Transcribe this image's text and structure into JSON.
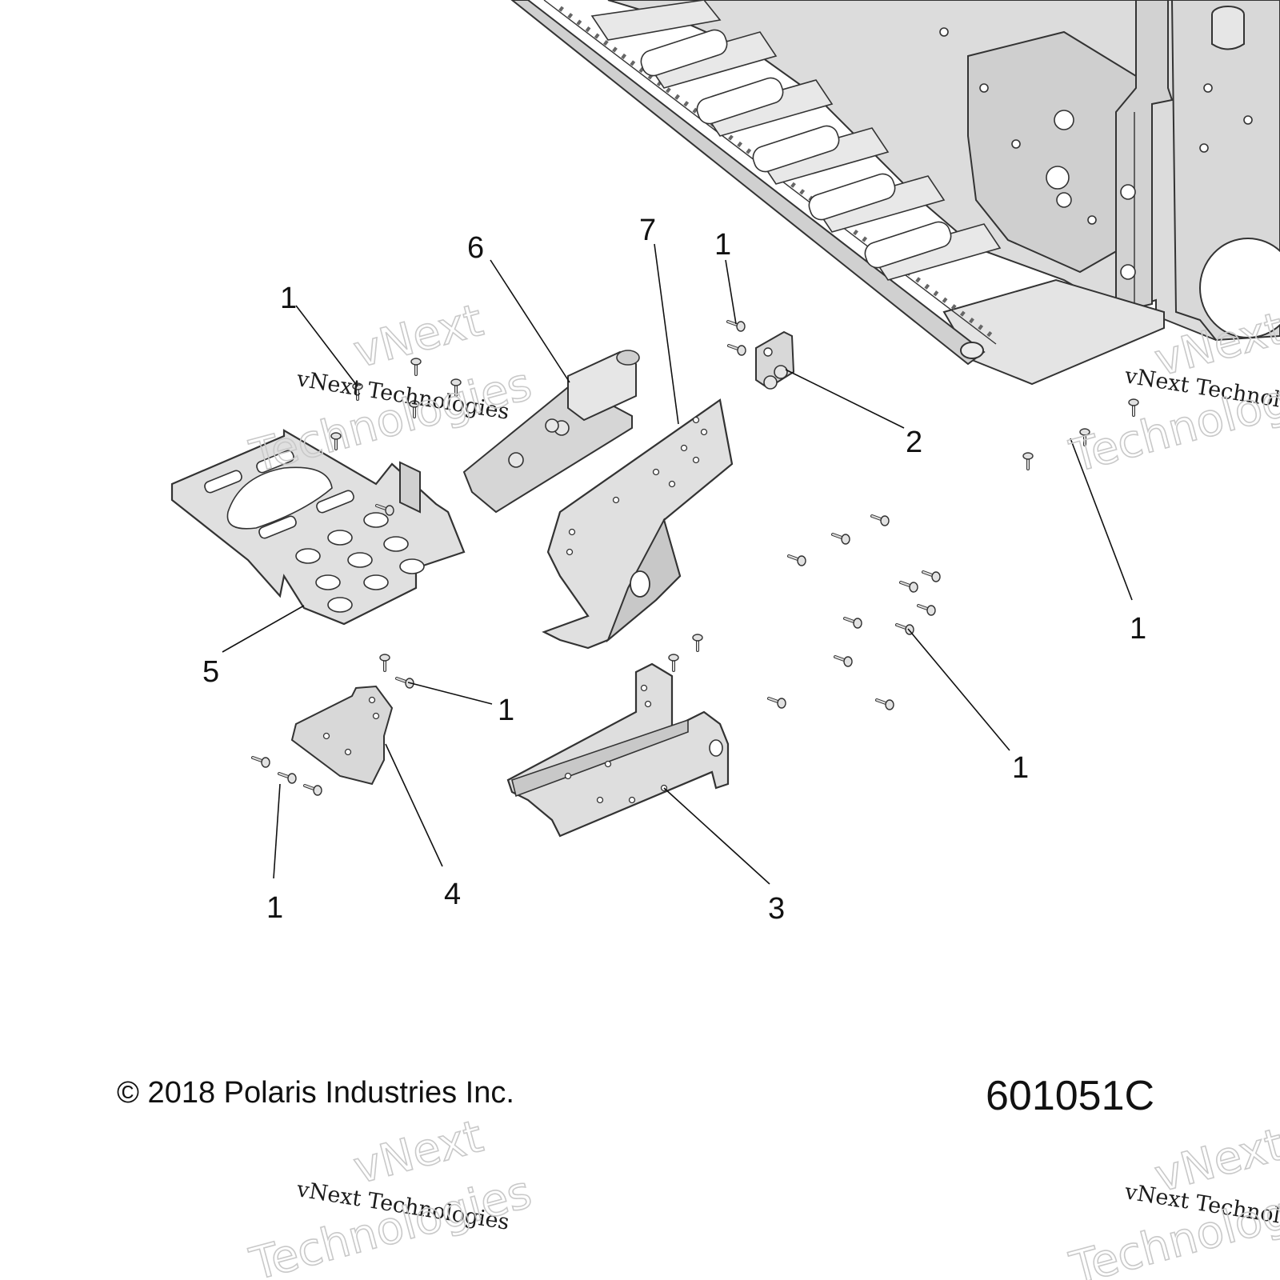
{
  "diagram": {
    "callouts": [
      {
        "id": "c1-top-left",
        "label": "1"
      },
      {
        "id": "c6",
        "label": "6"
      },
      {
        "id": "c7",
        "label": "7"
      },
      {
        "id": "c1-top-mid",
        "label": "1"
      },
      {
        "id": "c2",
        "label": "2"
      },
      {
        "id": "c1-right",
        "label": "1"
      },
      {
        "id": "c5",
        "label": "5"
      },
      {
        "id": "c1-mid-left",
        "label": "1"
      },
      {
        "id": "c1-lower-right",
        "label": "1"
      },
      {
        "id": "c1-bottom-left",
        "label": "1"
      },
      {
        "id": "c4",
        "label": "4"
      },
      {
        "id": "c3",
        "label": "3"
      }
    ]
  },
  "footer": {
    "copyright": "© 2018 Polaris Industries Inc.",
    "figure_number": "601051C"
  },
  "watermark": {
    "line1": "vNext",
    "line2": "vNext Technologies",
    "line3": "Technologies"
  }
}
